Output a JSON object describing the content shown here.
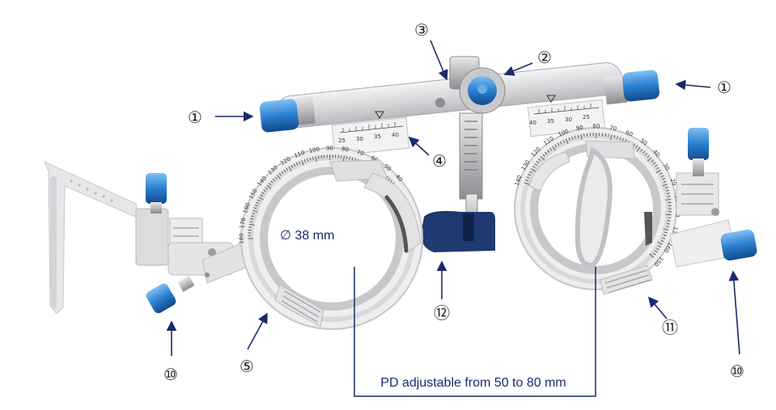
{
  "callouts": {
    "c1_left": "①",
    "c1_right": "①",
    "c2": "②",
    "c3": "③",
    "c4": "④",
    "c5": "⑤",
    "c10_left": "⑩",
    "c10_right": "⑩",
    "c11": "⑪",
    "c12": "⑫"
  },
  "labels": {
    "aperture": "∅ 38 mm",
    "pd_range": "PD adjustable from 50 to 80 mm"
  },
  "scales": {
    "pd_top_left": [
      "25",
      "30",
      "35",
      "40"
    ],
    "pd_top_right": [
      "40",
      "35",
      "30",
      "25"
    ],
    "axis_left": [
      "180",
      "170",
      "160",
      "150",
      "140",
      "130",
      "120",
      "110",
      "100",
      "90",
      "80",
      "70",
      "60",
      "50",
      "40"
    ],
    "axis_right": [
      "140",
      "130",
      "120",
      "110",
      "100",
      "90",
      "80",
      "70",
      "60",
      "50",
      "40",
      "30",
      "20",
      "10",
      "0",
      "170",
      "160",
      "150"
    ]
  },
  "colors": {
    "arrow": "#1a2a6c",
    "knob_blue": "#2a7fd0",
    "frame_gray": "#e4e4e6",
    "label_navy": "#1a2a6c",
    "nose_pad": "#1e3a70"
  }
}
